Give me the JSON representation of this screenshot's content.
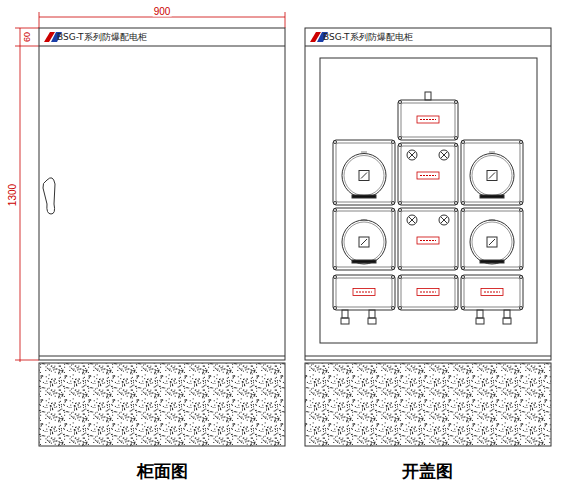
{
  "diagram": {
    "nodes": [
      {
        "text": [
          "BSG-T系列防爆配电柜"
        ]
      },
      {
        "text": [
          "BSG-T系列防爆配电柜"
        ]
      }
    ],
    "labels": [
      "900",
      "60",
      "1300",
      "柜面图",
      "开盖图"
    ]
  }
}
